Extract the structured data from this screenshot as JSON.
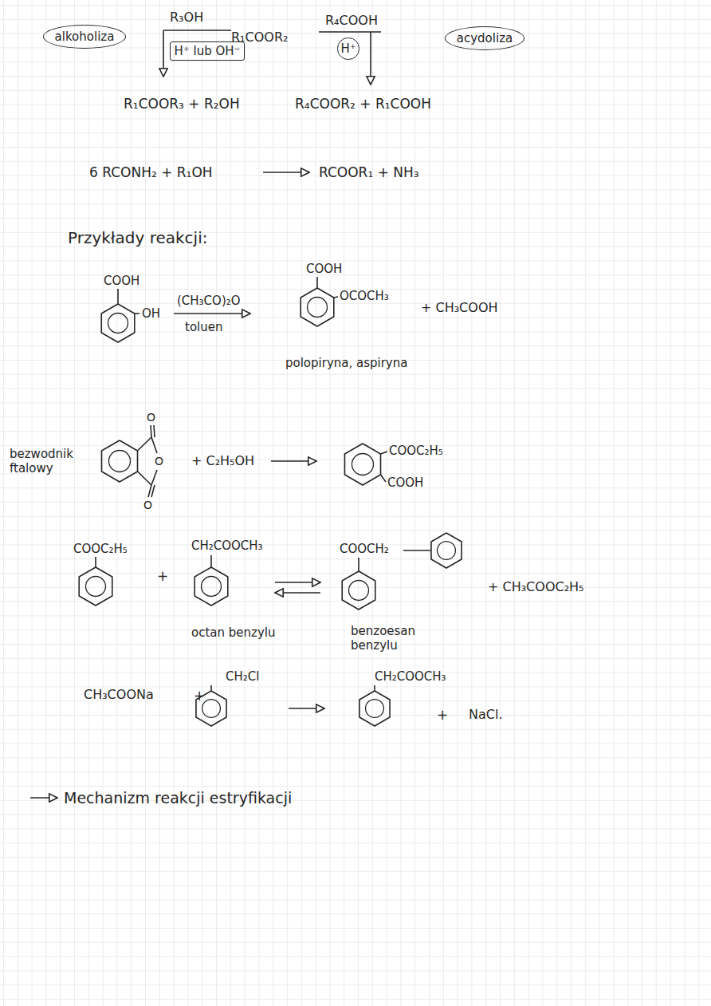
{
  "diagram": {
    "nodes": [
      {
        "text": [
          "alkoholiza"
        ]
      },
      {
        "text": [
          "H⁺ lub OH⁻"
        ]
      },
      {
        "text": [
          "H⁺"
        ]
      },
      {
        "text": [
          "acydoliza"
        ]
      }
    ],
    "labels": [
      "R₃OH",
      "R₁COOR₂",
      "R₄COOH",
      "R₁COOR₃ + R₂OH",
      "R₄COOR₂ + R₁COOH",
      "6 RCONH₂ + R₁OH",
      "RCOOR₁ + NH₃",
      "Przykłady reakcji:",
      "COOH",
      "OH",
      "(CH₃CO)₂O",
      "toluen",
      "COOH",
      "OCOCH₃",
      "+ CH₃COOH",
      "polopiryna, aspiryna",
      "bezwodnik ftalowy",
      "O",
      "O",
      "O",
      "+ C₂H₅OH",
      "COOC₂H₅",
      "COOH",
      "COOC₂H₅",
      "+",
      "CH₂COOCH₃",
      "COOCH₂",
      "+ CH₃COOC₂H₅",
      "octan benzylu",
      "benzoesan benzylu",
      "CH₃COONa",
      "+",
      "CH₂Cl",
      "CH₂COOCH₃",
      "+",
      "NaCl.",
      "Mechanizm reakcji estryfikacji"
    ]
  }
}
